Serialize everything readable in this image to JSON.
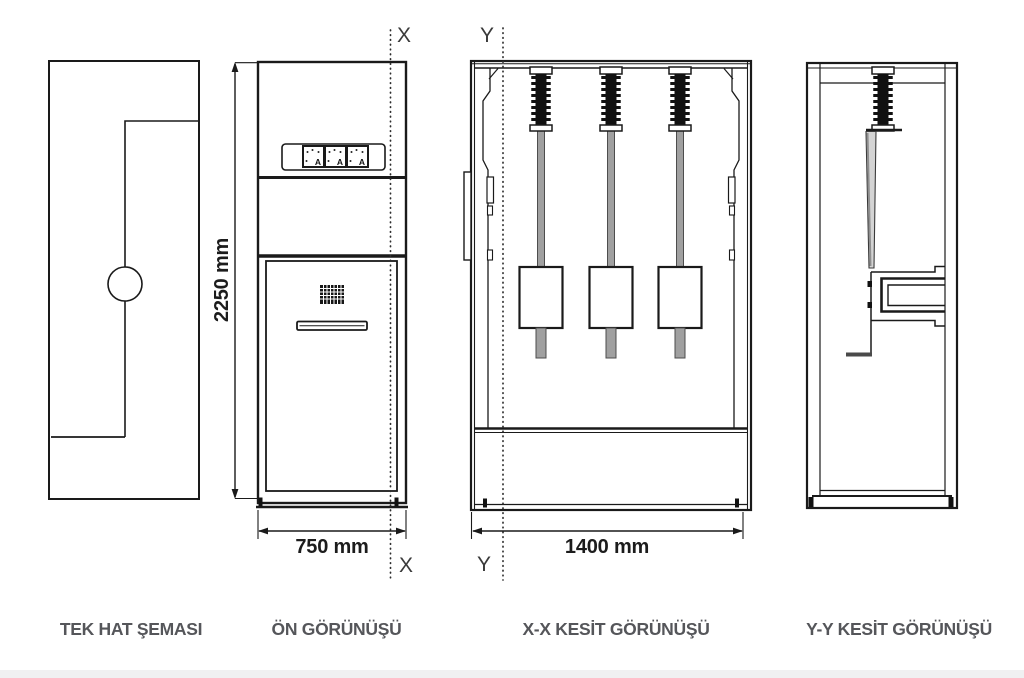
{
  "drawing": {
    "title_context": "switchgear-cabinet-technical-drawing",
    "views": {
      "single_line": {
        "label": "TEK HAT ŞEMASI"
      },
      "front": {
        "label": "ÖN GÖRÜNÜŞÜ"
      },
      "section_xx": {
        "label": "X-X KESİT GÖRÜNÜŞÜ"
      },
      "section_yy": {
        "label": "Y-Y KESİT GÖRÜNÜŞÜ"
      }
    },
    "dimensions": {
      "height": "2250 mm",
      "front_width": "750 mm",
      "section_width": "1400 mm"
    },
    "section_markers": {
      "x_top": "X",
      "x_bottom": "X",
      "y_top": "Y",
      "y_bottom": "Y"
    },
    "instruments": {
      "ammeter_labels": [
        "A",
        "A",
        "A"
      ]
    },
    "colors": {
      "line": "#1a1a1a",
      "view_label_text": "#55565a",
      "dimension_text": "#1c1c1c",
      "marker_text": "#3a3a3a",
      "rod_gray": "#a0a0a0",
      "insulator_black": "#111111",
      "footer_strip": "#f0f0f1"
    }
  }
}
